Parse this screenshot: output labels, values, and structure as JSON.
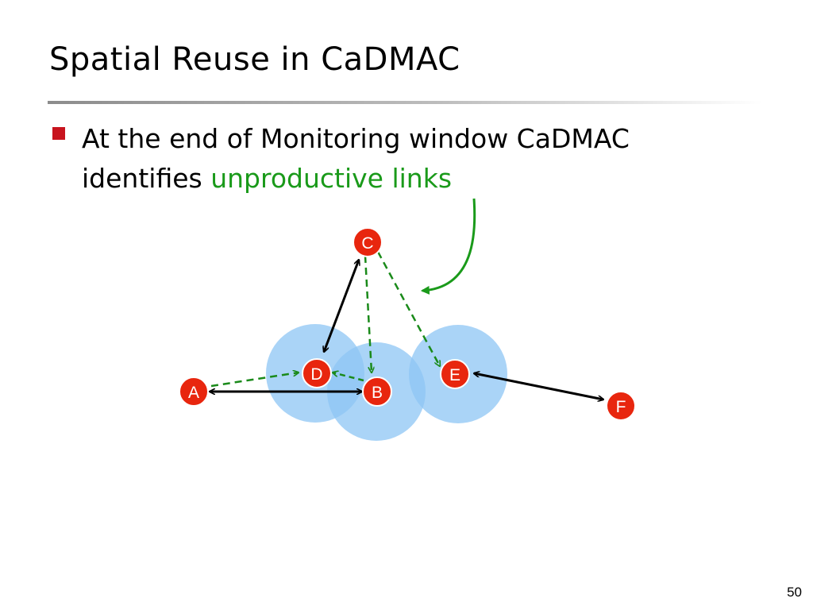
{
  "slide": {
    "title": "Spatial Reuse in CaDMAC",
    "bullet": {
      "text": "At the end of Monitoring window CaDMAC identifies ",
      "highlight": "unproductive links"
    },
    "page_number": "50"
  },
  "diagram": {
    "nodes": [
      {
        "id": "C",
        "label": "C"
      },
      {
        "id": "D",
        "label": "D"
      },
      {
        "id": "E",
        "label": "E"
      },
      {
        "id": "A",
        "label": "A"
      },
      {
        "id": "B",
        "label": "B"
      },
      {
        "id": "F",
        "label": "F"
      }
    ],
    "links": [
      {
        "from": "C",
        "to": "D",
        "style": "solid",
        "direction": "both"
      },
      {
        "from": "A",
        "to": "B",
        "style": "solid",
        "direction": "both"
      },
      {
        "from": "E",
        "to": "F",
        "style": "solid",
        "direction": "both"
      },
      {
        "from": "C",
        "to": "B",
        "style": "dashed",
        "direction": "forward"
      },
      {
        "from": "C",
        "to": "E",
        "style": "dashed",
        "direction": "forward"
      },
      {
        "from": "A",
        "to": "D",
        "style": "dashed",
        "direction": "forward"
      },
      {
        "from": "B",
        "to": "D",
        "style": "dashed",
        "direction": "forward"
      }
    ],
    "colors": {
      "node_fill": "#e8260e",
      "range_circle": "#99ccf5",
      "solid_link": "#000000",
      "dashed_link": "#1a8a1a",
      "callout_arrow": "#1a9a1a"
    }
  }
}
